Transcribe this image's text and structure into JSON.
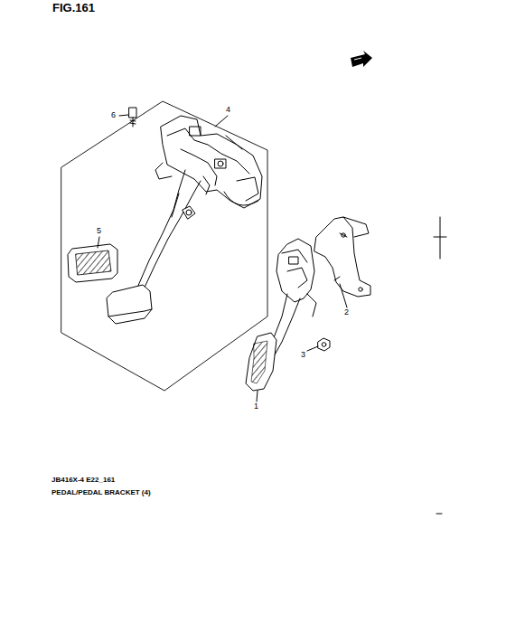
{
  "diagram": {
    "labels": [
      "FIG.161",
      "6",
      "4",
      "5",
      "2",
      "3",
      "1",
      "JB416X-4 E22_161",
      "PEDAL/PEDAL BRACKET (4)"
    ]
  }
}
